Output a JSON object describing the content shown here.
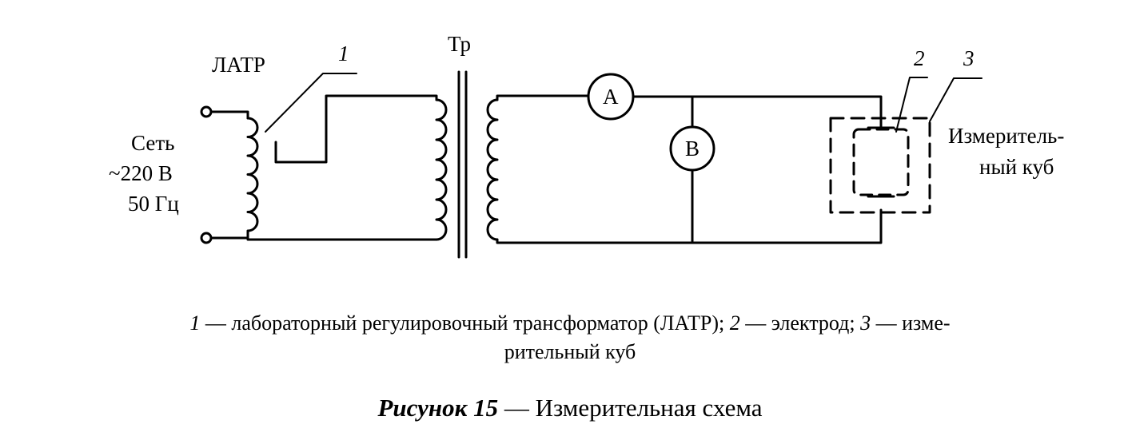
{
  "diagram": {
    "latr_label": "ЛАТР",
    "transformer_label": "Тр",
    "mains_line1": "Сеть",
    "mains_line2": "~220 В",
    "mains_line3": "50 Гц",
    "ammeter_symbol": "A",
    "voltmeter_symbol": "B",
    "callout_1": "1",
    "callout_2": "2",
    "callout_3": "3",
    "cube_line1": "Измеритель-",
    "cube_line2": "ный куб"
  },
  "legend": {
    "item1_num": "1",
    "item1_text": " — лабораторный регулировочный трансформатор (ЛАТР); ",
    "item2_num": "2",
    "item2_text": " — электрод; ",
    "item3_num": "3",
    "item3_text": " — изме-",
    "line2": "рительный куб"
  },
  "caption": {
    "prefix": "Рисунок 15",
    "text": " — Измерительная схема"
  }
}
